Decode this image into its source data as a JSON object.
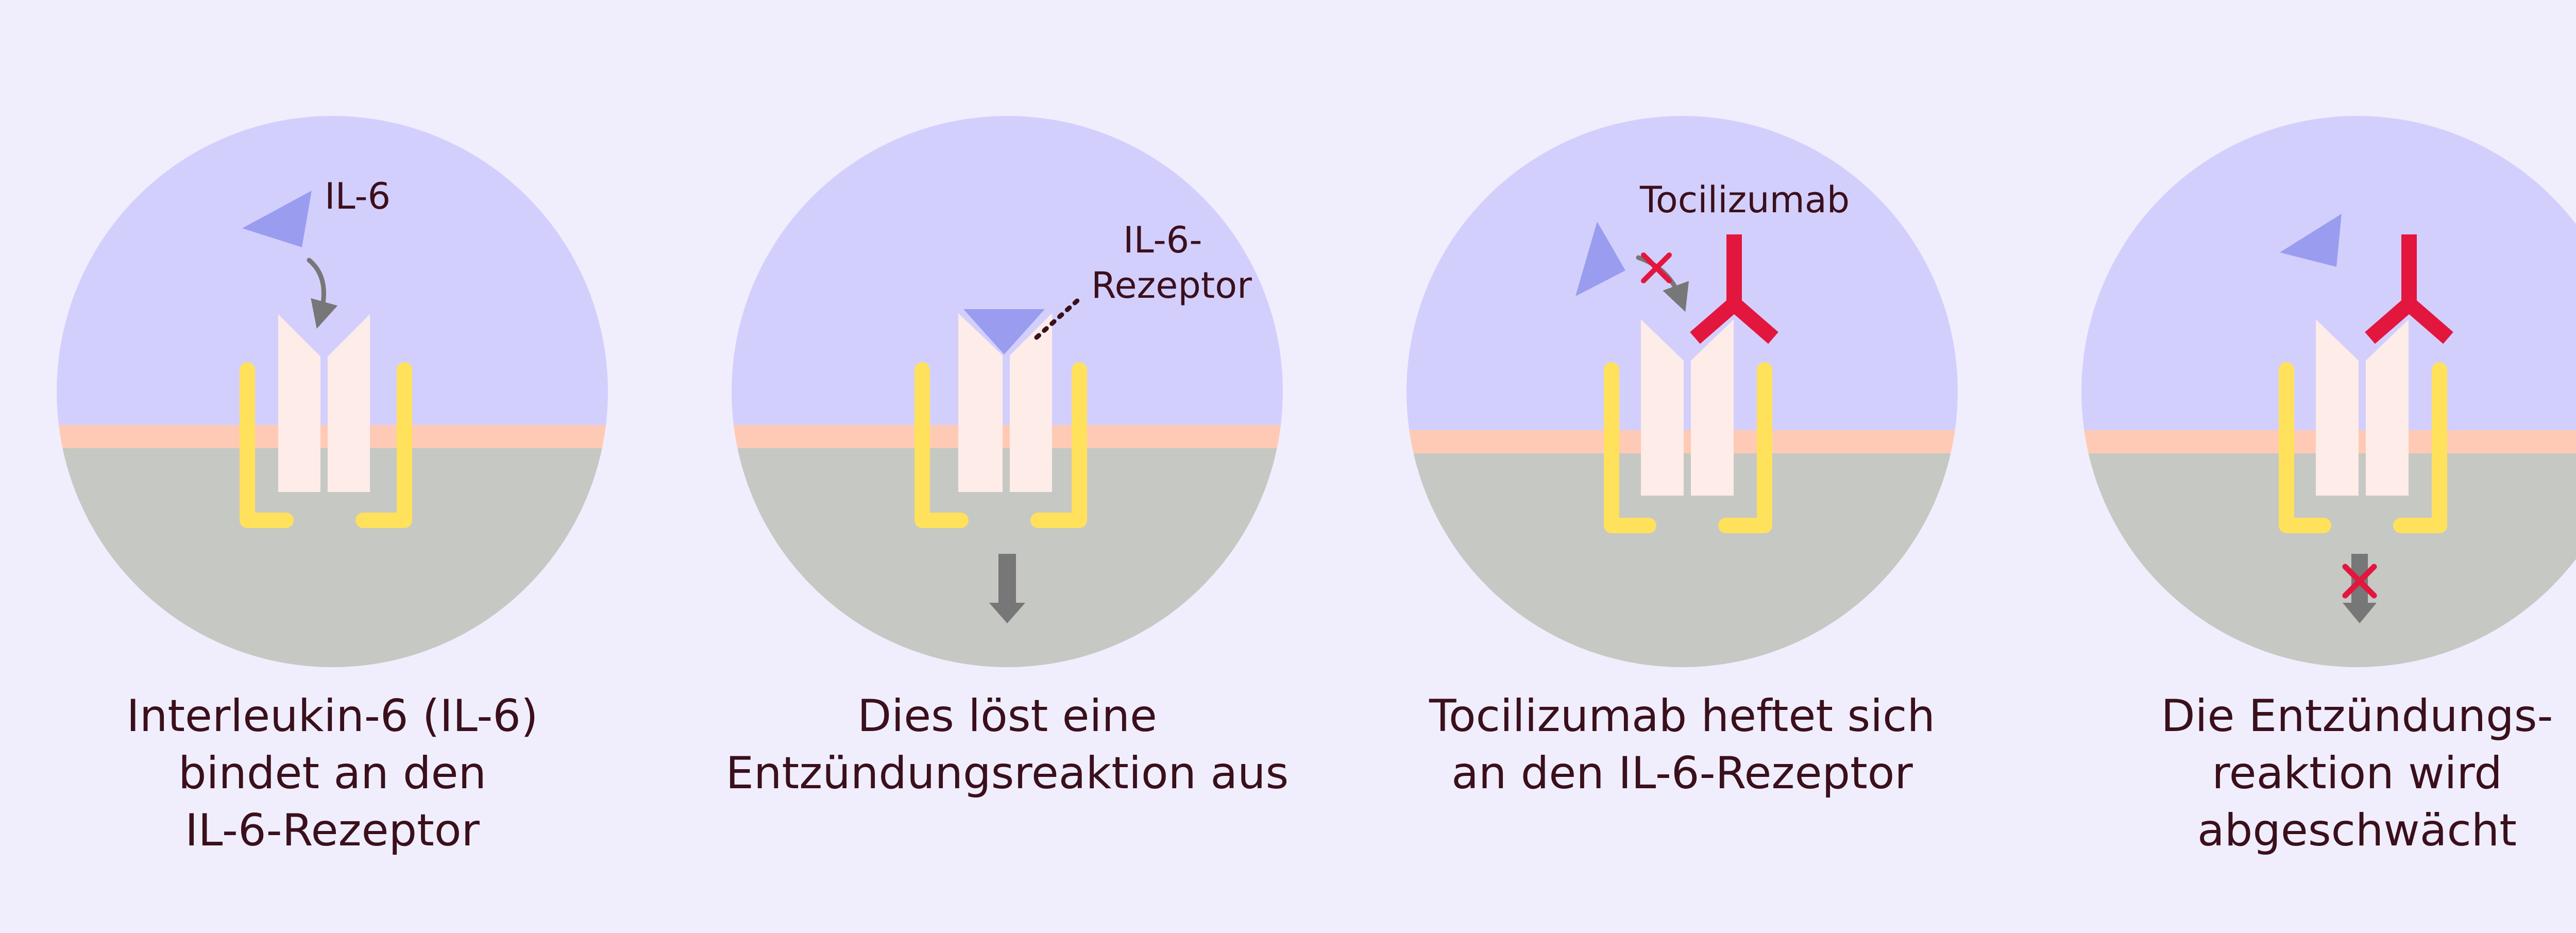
{
  "colors": {
    "background": "#f0eefd",
    "extracellular": "#d3cffd",
    "membrane": "#ffcab5",
    "cytoplasm": "#c6c8c3",
    "receptor": "#fdece8",
    "gp130": "#ffe15c",
    "il6": "#9a9cf0",
    "antibody": "#e3163e",
    "signal_arrow": "#777777",
    "text": "#3b0f1c"
  },
  "panels": [
    {
      "label": "IL-6",
      "caption": [
        "Interleukin-6 (IL-6)",
        "bindet an den",
        "IL-6-Rezeptor"
      ]
    },
    {
      "label": [
        "IL-6-",
        "Rezeptor"
      ],
      "caption": [
        "Dies löst eine",
        "Entzündungsreaktion aus"
      ]
    },
    {
      "label": "Tocilizumab",
      "caption": [
        "Tocilizumab heftet sich",
        "an den IL-6-Rezeptor"
      ]
    },
    {
      "caption": [
        "Die Entzündungs-",
        "reaktion wird",
        "abgeschwächt"
      ]
    }
  ]
}
